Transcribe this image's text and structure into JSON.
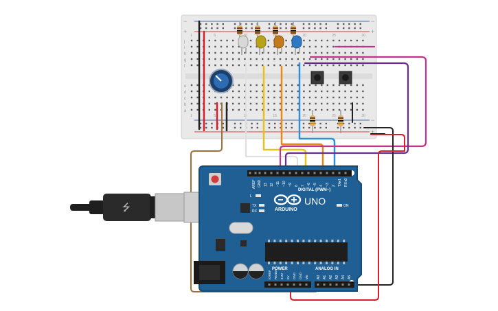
{
  "canvas": {
    "background": "#ffffff"
  },
  "colors": {
    "board": "#1f5f93",
    "board_dark": "#174a74",
    "breadboard": "#e9e9e9",
    "rail_red": "#d33a3a",
    "rail_blue": "#3d6fb5",
    "wire_red": "#d51f2a",
    "wire_black": "#222222",
    "wire_brown": "#a0703a",
    "wire_white": "#f4f4f4",
    "wire_yellow": "#e8c21a",
    "wire_orange": "#e88a1a",
    "wire_blue": "#2e8fd6",
    "wire_magenta": "#c2338a",
    "wire_purple": "#6a2c8c"
  },
  "breadboard": {
    "row_letters_top": [
      "j",
      "i",
      "h",
      "g",
      "f"
    ],
    "row_letters_bottom": [
      "e",
      "d",
      "c",
      "b",
      "a"
    ],
    "col_numbers": [
      "1",
      "5",
      "10",
      "15",
      "20",
      "25",
      "30"
    ],
    "rail_plus": "+",
    "rail_minus": "−"
  },
  "leds": [
    {
      "name": "white-led",
      "color": "#d8d8d8"
    },
    {
      "name": "yellow-led",
      "color": "#b7a21a"
    },
    {
      "name": "orange-led",
      "color": "#c27a1c"
    },
    {
      "name": "blue-led",
      "color": "#2f79c4"
    }
  ],
  "arduino": {
    "logo_text": "ARDUINO",
    "model_text": "UNO",
    "digital_label": "DIGITAL (PWM~)",
    "power_label": "POWER",
    "analog_label": "ANALOG IN",
    "on_label": "ON",
    "l_label": "L",
    "tx_label": "TX",
    "rx_label": "RX",
    "aref_label": "AREF",
    "gnd_label": "GND",
    "digital_pins": [
      "13",
      "12",
      "~11",
      "~10",
      "~9",
      "8",
      "7",
      "~6",
      "~5",
      "4",
      "~3",
      "2",
      "TX▸1",
      "RX◂0"
    ],
    "power_pins": [
      "IOREF",
      "RESET",
      "3.3V",
      "5V",
      "GND",
      "GND",
      "Vin"
    ],
    "analog_pins": [
      "A0",
      "A1",
      "A2",
      "A3",
      "A4",
      "A5"
    ]
  },
  "usb": {
    "name": "usb-cable"
  }
}
